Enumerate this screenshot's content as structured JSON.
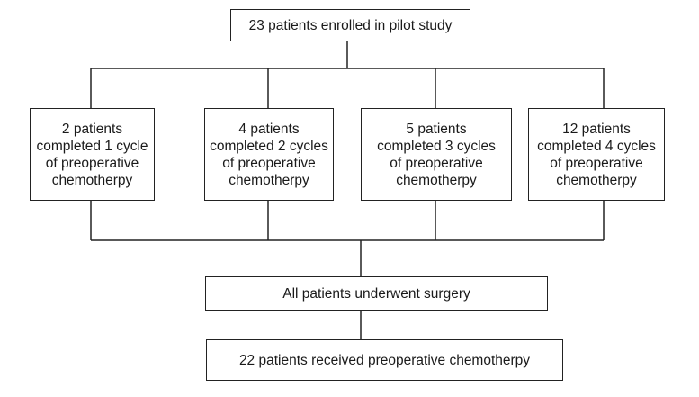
{
  "diagram": {
    "enrolled": "23 patients enrolled in pilot study",
    "cycle_boxes": [
      [
        "2 patients",
        "completed 1 cycle",
        "of preoperative",
        "chemotherpy"
      ],
      [
        "4 patients",
        "completed 2 cycles",
        "of preoperative",
        "chemotherpy"
      ],
      [
        "5 patients",
        "completed 3 cycles",
        "of preoperative",
        "chemotherpy"
      ],
      [
        "12 patients",
        "completed 4 cycles",
        "of preoperative",
        "chemotherpy"
      ]
    ],
    "surgery": "All patients underwent surgery",
    "received": "22 patients received preoperative chemotherpy"
  }
}
